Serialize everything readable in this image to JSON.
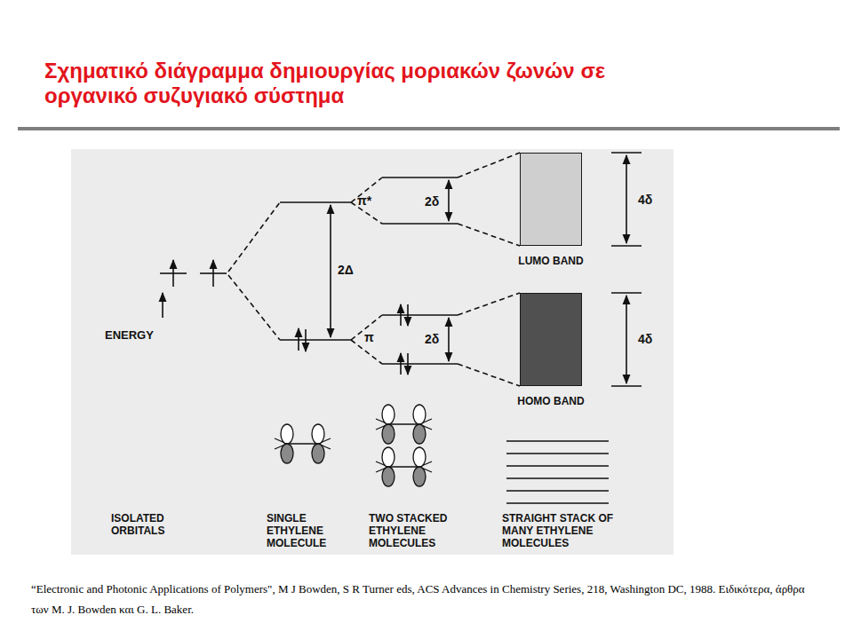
{
  "diagram": {
    "title": "Σχηματικό διάγραμμα δημιουργίας μοριακών ζωνών σε οργανικό συζυγιακό σύστημα",
    "caption": "“Electronic and Photonic Applications of Polymers\", M J Bowden, S R Turner eds, ACS Advances in Chemistry Series, 218, Washington DC, 1988. Ειδικότερα, άρθρα των M. J. Bowden και G. L. Baker.",
    "nodes": [
      {
        "text": [
          "LUMO BAND"
        ]
      },
      {
        "text": [
          "HOMO BAND"
        ]
      }
    ],
    "labels": [
      "ENERGY",
      "π*",
      "2Δ",
      "2δ",
      "π",
      "2δ",
      "4δ",
      "4δ",
      "ISOLATED ORBITALS",
      "SINGLE ETHYLENE MOLECULE",
      "TWO STACKED ETHYLENE MOLECULES",
      "STRAIGHT STACK OF MANY ETHYLENE MOLECULES"
    ]
  }
}
